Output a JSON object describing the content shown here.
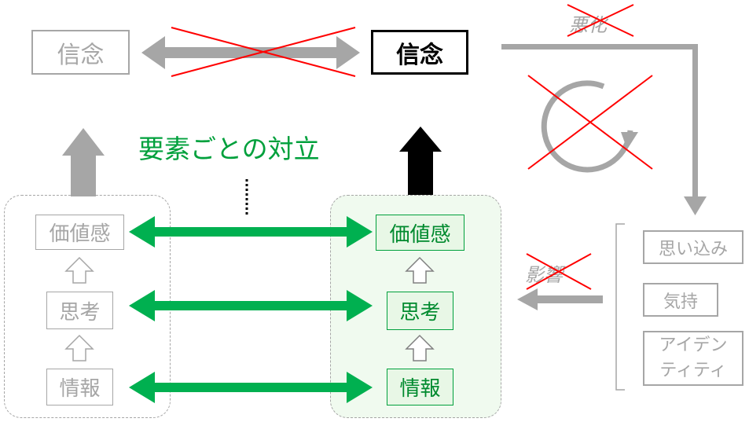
{
  "top": {
    "belief_left": "信念",
    "belief_right": "信念",
    "worsen_label": "悪化"
  },
  "center_label": "要素ごとの対立",
  "left_stack": [
    "価値感",
    "思考",
    "情報"
  ],
  "right_stack": [
    "価値感",
    "思考",
    "情報"
  ],
  "influence_label": "影響",
  "factors": {
    "item1": "思い込み",
    "item2": "気持",
    "item3_line1": "アイデン",
    "item3_line2": "ティティ"
  },
  "colors": {
    "gray": "#a6a6a6",
    "green": "#00b050",
    "red": "#ff0000",
    "black": "#000000"
  }
}
